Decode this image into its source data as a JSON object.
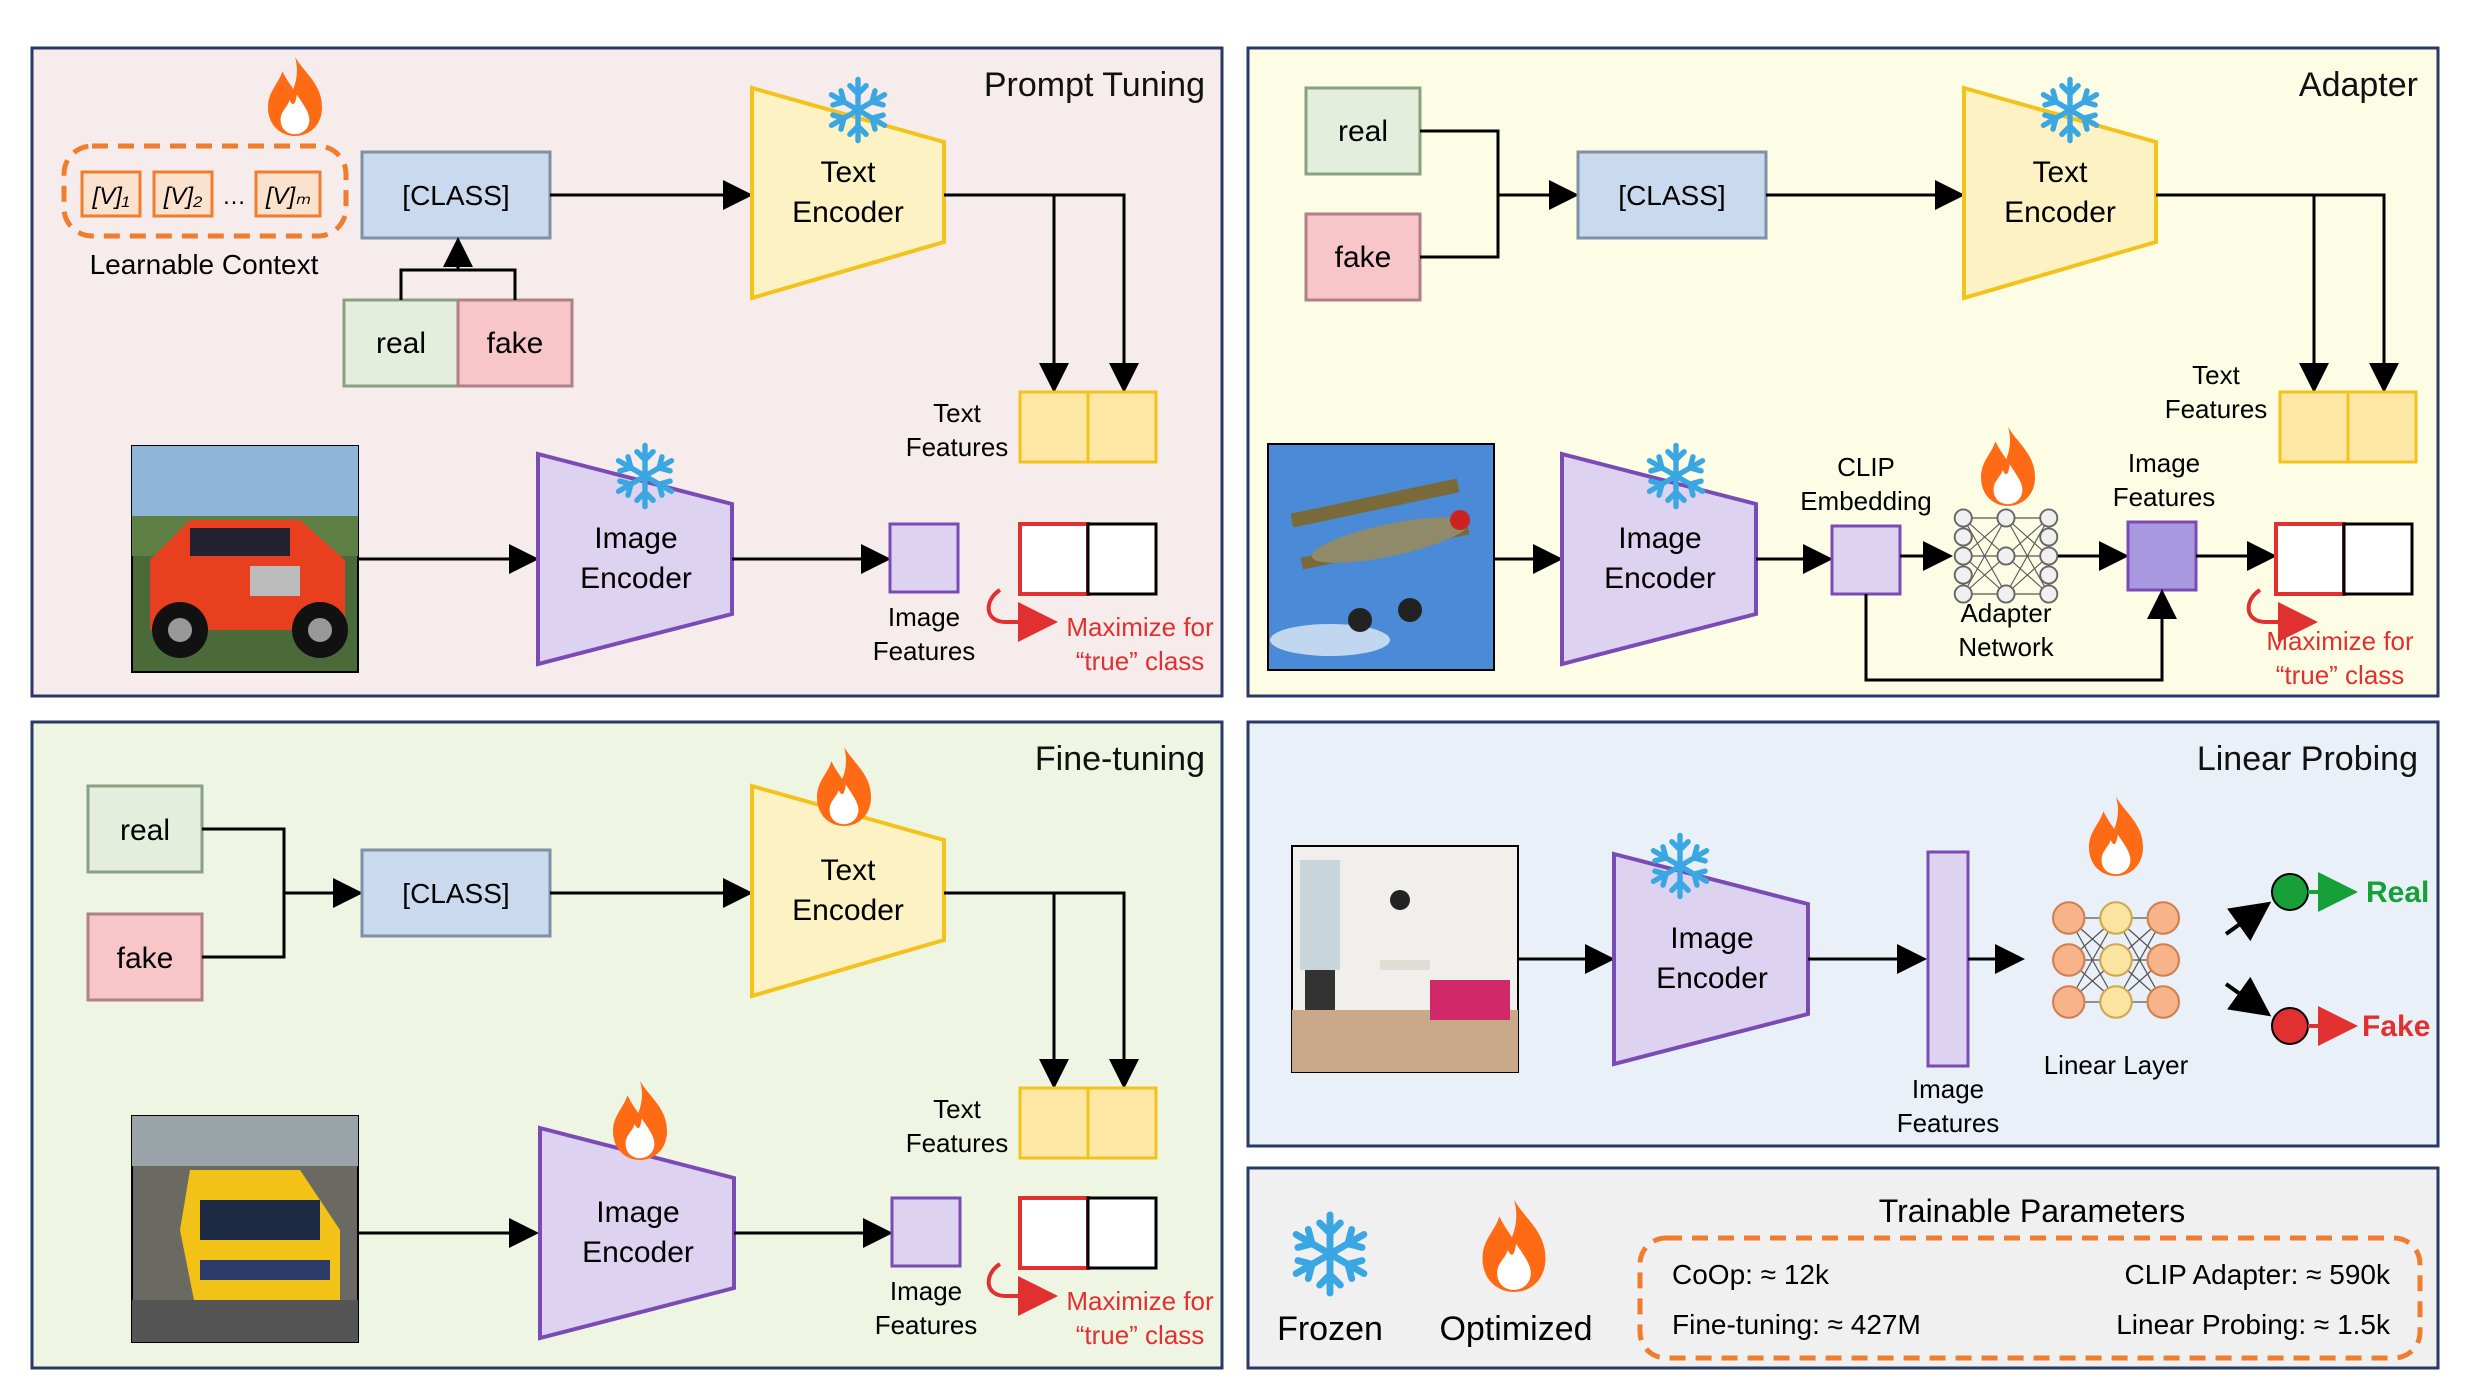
{
  "colors": {
    "pink_bg": "#f6ecec",
    "yellow_bg": "#fdfde6",
    "green_bg": "#eef5e3",
    "blue_bg": "#eaf0f7",
    "gray_bg": "#f0f0f0",
    "border": "#2a3a66",
    "class_fill": "#c9d9ee",
    "class_stroke": "#7f8fa6",
    "real_fill": "#e3efdc",
    "fake_fill": "#f8c5c9",
    "text_enc_fill": "#fdf2c4",
    "text_enc_stroke": "#f3c21c",
    "img_enc_fill": "#ddd2f0",
    "img_enc_stroke": "#7b4bb5",
    "feature_yellow": "#ffe7a6",
    "orange": "#f07d2e",
    "red": "#e03030",
    "green": "#18a038",
    "snow": "#3aa7e2",
    "flame": "#ff6a14"
  },
  "icons": {
    "frozen": "snowflake-icon",
    "optimized": "flame-icon",
    "adapter_network": "neural-network-icon",
    "linear_layer": "neural-network-icon"
  },
  "prompt_tuning": {
    "title": "Prompt Tuning",
    "context_tokens": [
      "[V]₁",
      "[V]₂",
      "…",
      "[V]ₘ"
    ],
    "context_label": "Learnable Context",
    "class_label": "[CLASS]",
    "real_label": "real",
    "fake_label": "fake",
    "text_encoder_line1": "Text",
    "text_encoder_line2": "Encoder",
    "text_features_line1": "Text",
    "text_features_line2": "Features",
    "image_encoder_line1": "Image",
    "image_encoder_line2": "Encoder",
    "image_features_line1": "Image",
    "image_features_line2": "Features",
    "maximize_line1": "Maximize for",
    "maximize_line2": "“true” class"
  },
  "adapter": {
    "title": "Adapter",
    "real_label": "real",
    "fake_label": "fake",
    "class_label": "[CLASS]",
    "text_encoder_line1": "Text",
    "text_encoder_line2": "Encoder",
    "text_features_line1": "Text",
    "text_features_line2": "Features",
    "image_encoder_line1": "Image",
    "image_encoder_line2": "Encoder",
    "clip_embedding_line1": "CLIP",
    "clip_embedding_line2": "Embedding",
    "adapter_network_line1": "Adapter",
    "adapter_network_line2": "Network",
    "image_features_line1": "Image",
    "image_features_line2": "Features",
    "maximize_line1": "Maximize for",
    "maximize_line2": "“true” class"
  },
  "fine_tuning": {
    "title": "Fine-tuning",
    "real_label": "real",
    "fake_label": "fake",
    "class_label": "[CLASS]",
    "text_encoder_line1": "Text",
    "text_encoder_line2": "Encoder",
    "text_features_line1": "Text",
    "text_features_line2": "Features",
    "image_encoder_line1": "Image",
    "image_encoder_line2": "Encoder",
    "image_features_line1": "Image",
    "image_features_line2": "Features",
    "maximize_line1": "Maximize for",
    "maximize_line2": "“true” class"
  },
  "linear_probing": {
    "title": "Linear Probing",
    "image_encoder_line1": "Image",
    "image_encoder_line2": "Encoder",
    "image_features_line1": "Image",
    "image_features_line2": "Features",
    "linear_layer_label": "Linear Layer",
    "real_output": "Real",
    "fake_output": "Fake"
  },
  "legend": {
    "frozen_label": "Frozen",
    "optimized_label": "Optimized",
    "params_title": "Trainable Parameters",
    "coop": "CoOp: ≈ 12k",
    "clip_adapter": "CLIP Adapter: ≈ 590k",
    "fine_tuning": "Fine-tuning: ≈ 427M",
    "linear_probing": "Linear Probing: ≈ 1.5k"
  }
}
